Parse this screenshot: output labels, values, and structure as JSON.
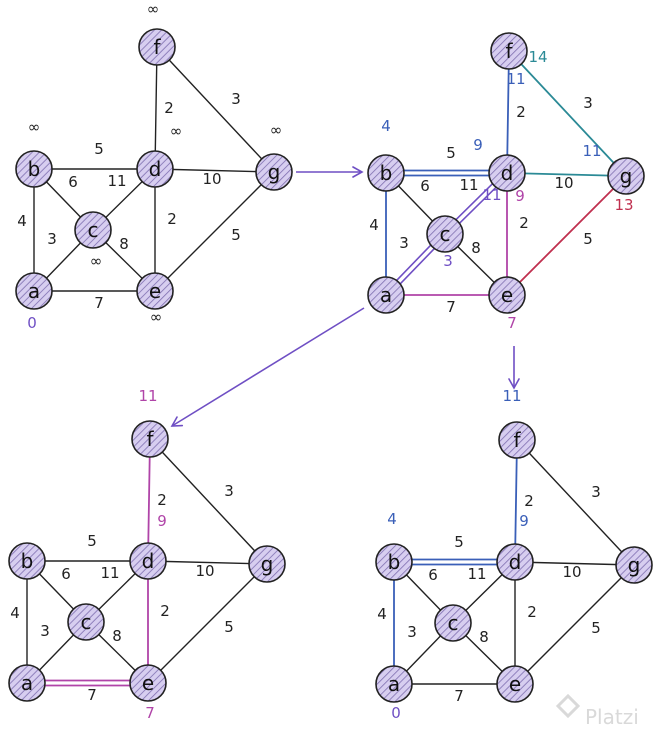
{
  "colors": {
    "ink": "#222222",
    "node_fill": "#d7cef0",
    "node_hatch": "#7f6fb0",
    "purple": "#6f4fc4",
    "blue": "#3a5fb8",
    "teal": "#2b8a96",
    "magenta": "#b044a8",
    "crimson": "#c0304f",
    "watermark": "#d9d9d9"
  },
  "watermark": {
    "text": "Platzi"
  },
  "graphs": [
    {
      "id": "g1",
      "nodes": [
        {
          "id": "f",
          "label": "f"
        },
        {
          "id": "b",
          "label": "b"
        },
        {
          "id": "d",
          "label": "d"
        },
        {
          "id": "g",
          "label": "g"
        },
        {
          "id": "c",
          "label": "c"
        },
        {
          "id": "a",
          "label": "a"
        },
        {
          "id": "e",
          "label": "e"
        }
      ],
      "edges": [
        {
          "from": "f",
          "to": "d",
          "weight": "2"
        },
        {
          "from": "f",
          "to": "g",
          "weight": "3"
        },
        {
          "from": "b",
          "to": "d",
          "weight": "5"
        },
        {
          "from": "d",
          "to": "g",
          "weight": "10"
        },
        {
          "from": "b",
          "to": "c",
          "weight": "6"
        },
        {
          "from": "c",
          "to": "d",
          "weight": "11"
        },
        {
          "from": "b",
          "to": "a",
          "weight": "4"
        },
        {
          "from": "a",
          "to": "c",
          "weight": "3"
        },
        {
          "from": "c",
          "to": "e",
          "weight": "8"
        },
        {
          "from": "d",
          "to": "e",
          "weight": "2"
        },
        {
          "from": "g",
          "to": "e",
          "weight": "5"
        },
        {
          "from": "a",
          "to": "e",
          "weight": "7"
        }
      ],
      "annotations": [
        {
          "text": "∞",
          "color": "ink"
        },
        {
          "text": "∞",
          "color": "ink"
        },
        {
          "text": "∞",
          "color": "ink"
        },
        {
          "text": "∞",
          "color": "ink"
        },
        {
          "text": "∞",
          "color": "ink"
        },
        {
          "text": "∞",
          "color": "ink"
        },
        {
          "text": "0",
          "color": "purple"
        }
      ]
    },
    {
      "id": "g2",
      "nodes": [
        {
          "id": "f",
          "label": "f"
        },
        {
          "id": "b",
          "label": "b"
        },
        {
          "id": "d",
          "label": "d"
        },
        {
          "id": "g",
          "label": "g"
        },
        {
          "id": "c",
          "label": "c"
        },
        {
          "id": "a",
          "label": "a"
        },
        {
          "id": "e",
          "label": "e"
        }
      ],
      "edges": [
        {
          "from": "f",
          "to": "d",
          "weight": "2"
        },
        {
          "from": "f",
          "to": "g",
          "weight": "3"
        },
        {
          "from": "b",
          "to": "d",
          "weight": "5"
        },
        {
          "from": "d",
          "to": "g",
          "weight": "10"
        },
        {
          "from": "b",
          "to": "c",
          "weight": "6"
        },
        {
          "from": "c",
          "to": "d",
          "weight": "11"
        },
        {
          "from": "b",
          "to": "a",
          "weight": "4"
        },
        {
          "from": "a",
          "to": "c",
          "weight": "3"
        },
        {
          "from": "c",
          "to": "e",
          "weight": "8"
        },
        {
          "from": "d",
          "to": "e",
          "weight": "2"
        },
        {
          "from": "g",
          "to": "e",
          "weight": "5"
        },
        {
          "from": "a",
          "to": "e",
          "weight": "7"
        }
      ],
      "annotations": [
        {
          "text": "4",
          "color": "blue"
        },
        {
          "text": "9",
          "color": "blue"
        },
        {
          "text": "11",
          "color": "blue"
        },
        {
          "text": "14",
          "color": "teal"
        },
        {
          "text": "11",
          "color": "blue"
        },
        {
          "text": "11",
          "color": "purple"
        },
        {
          "text": "9",
          "color": "magenta"
        },
        {
          "text": "3",
          "color": "purple"
        },
        {
          "text": "13",
          "color": "crimson"
        },
        {
          "text": "7",
          "color": "magenta"
        }
      ]
    },
    {
      "id": "g3",
      "nodes": [
        {
          "id": "f",
          "label": "f"
        },
        {
          "id": "b",
          "label": "b"
        },
        {
          "id": "d",
          "label": "d"
        },
        {
          "id": "g",
          "label": "g"
        },
        {
          "id": "c",
          "label": "c"
        },
        {
          "id": "a",
          "label": "a"
        },
        {
          "id": "e",
          "label": "e"
        }
      ],
      "edges": [
        {
          "from": "f",
          "to": "d",
          "weight": "2"
        },
        {
          "from": "f",
          "to": "g",
          "weight": "3"
        },
        {
          "from": "b",
          "to": "d",
          "weight": "5"
        },
        {
          "from": "d",
          "to": "g",
          "weight": "10"
        },
        {
          "from": "b",
          "to": "c",
          "weight": "6"
        },
        {
          "from": "c",
          "to": "d",
          "weight": "11"
        },
        {
          "from": "b",
          "to": "a",
          "weight": "4"
        },
        {
          "from": "a",
          "to": "c",
          "weight": "3"
        },
        {
          "from": "c",
          "to": "e",
          "weight": "8"
        },
        {
          "from": "d",
          "to": "e",
          "weight": "2"
        },
        {
          "from": "g",
          "to": "e",
          "weight": "5"
        },
        {
          "from": "a",
          "to": "e",
          "weight": "7"
        }
      ],
      "annotations": [
        {
          "text": "11",
          "color": "magenta"
        },
        {
          "text": "9",
          "color": "magenta"
        },
        {
          "text": "7",
          "color": "magenta"
        }
      ]
    },
    {
      "id": "g4",
      "nodes": [
        {
          "id": "f",
          "label": "f"
        },
        {
          "id": "b",
          "label": "b"
        },
        {
          "id": "d",
          "label": "d"
        },
        {
          "id": "g",
          "label": "g"
        },
        {
          "id": "c",
          "label": "c"
        },
        {
          "id": "a",
          "label": "a"
        },
        {
          "id": "e",
          "label": "e"
        }
      ],
      "edges": [
        {
          "from": "f",
          "to": "d",
          "weight": "2"
        },
        {
          "from": "f",
          "to": "g",
          "weight": "3"
        },
        {
          "from": "b",
          "to": "d",
          "weight": "5"
        },
        {
          "from": "d",
          "to": "g",
          "weight": "10"
        },
        {
          "from": "b",
          "to": "c",
          "weight": "6"
        },
        {
          "from": "c",
          "to": "d",
          "weight": "11"
        },
        {
          "from": "b",
          "to": "a",
          "weight": "4"
        },
        {
          "from": "a",
          "to": "c",
          "weight": "3"
        },
        {
          "from": "c",
          "to": "e",
          "weight": "8"
        },
        {
          "from": "d",
          "to": "e",
          "weight": "2"
        },
        {
          "from": "g",
          "to": "e",
          "weight": "5"
        },
        {
          "from": "a",
          "to": "e",
          "weight": "7"
        }
      ],
      "annotations": [
        {
          "text": "11",
          "color": "blue"
        },
        {
          "text": "4",
          "color": "blue"
        },
        {
          "text": "9",
          "color": "blue"
        },
        {
          "text": "0",
          "color": "purple"
        }
      ]
    }
  ]
}
